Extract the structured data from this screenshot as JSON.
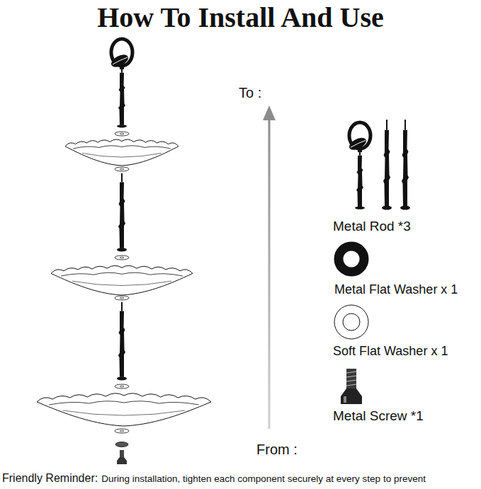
{
  "diagram": {
    "title": "How To Install And Use",
    "labels": [
      "To :",
      "From :",
      "Metal Rod *3",
      "Metal Flat Washer x 1",
      "Soft Flat Washer x 1",
      "Metal Screw *1",
      "Friendly Reminder:",
      "During installation, tighten each component securely at every step to prevent"
    ]
  }
}
